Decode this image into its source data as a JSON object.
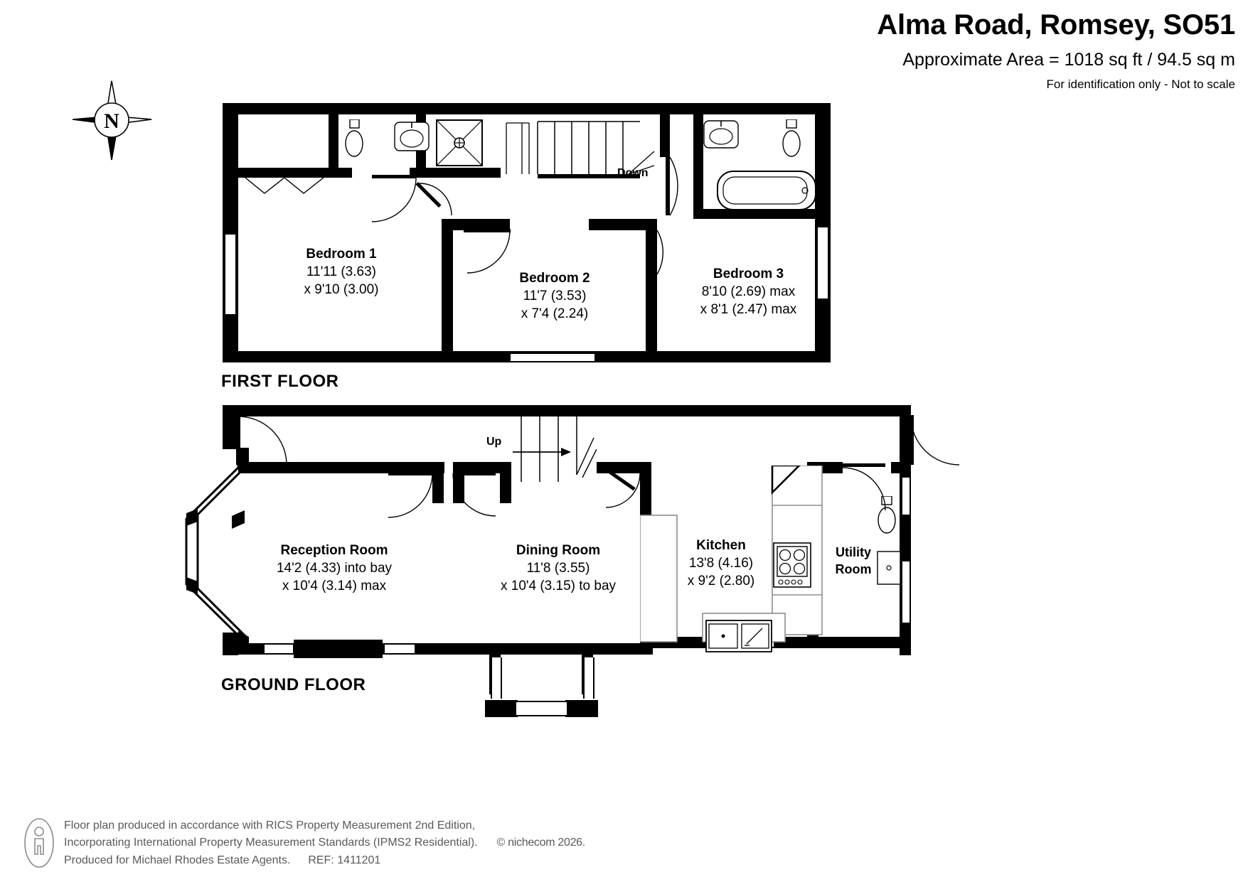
{
  "header": {
    "title": "Alma Road, Romsey, SO51",
    "area": "Approximate Area = 1018 sq ft / 94.5 sq m",
    "identification": "For identification only - Not to scale"
  },
  "floors": [
    {
      "id": "first",
      "title": "FIRST FLOOR",
      "rooms": [
        {
          "name": "Bedroom 1",
          "dim1": "11'11 (3.63)",
          "dim2": "x 9'10 (3.00)"
        },
        {
          "name": "Bedroom 2",
          "dim1": "11'7 (3.53)",
          "dim2": "x 7'4 (2.24)"
        },
        {
          "name": "Bedroom 3",
          "dim1": "8'10 (2.69) max",
          "dim2": "x 8'1 (2.47) max"
        }
      ],
      "stair_label": "Down"
    },
    {
      "id": "ground",
      "title": "GROUND FLOOR",
      "rooms": [
        {
          "name": "Reception Room",
          "dim1": "14'2 (4.33) into bay",
          "dim2": "x 10'4 (3.14) max"
        },
        {
          "name": "Dining Room",
          "dim1": "11'8 (3.55)",
          "dim2": "x 10'4 (3.15) to bay"
        },
        {
          "name": "Kitchen",
          "dim1": "13'8 (4.16)",
          "dim2": "x 9'2 (2.80)"
        },
        {
          "name": "Utility",
          "dim1": "Room",
          "dim2": ""
        }
      ],
      "stair_label": "Up"
    }
  ],
  "compass": {
    "label": "N"
  },
  "footer": {
    "line1": "Floor plan produced in accordance with RICS Property Measurement 2nd Edition,",
    "line2a": "Incorporating International Property Measurement Standards (IPMS2 Residential).",
    "copyright": "© nichecom 2026.",
    "line3": "Produced for Michael Rhodes Estate Agents.",
    "ref": "REF: 1411201"
  },
  "colors": {
    "wall": "#000000",
    "background": "#ffffff",
    "footer_text": "#595959",
    "hairline": "#9a9a9a"
  }
}
